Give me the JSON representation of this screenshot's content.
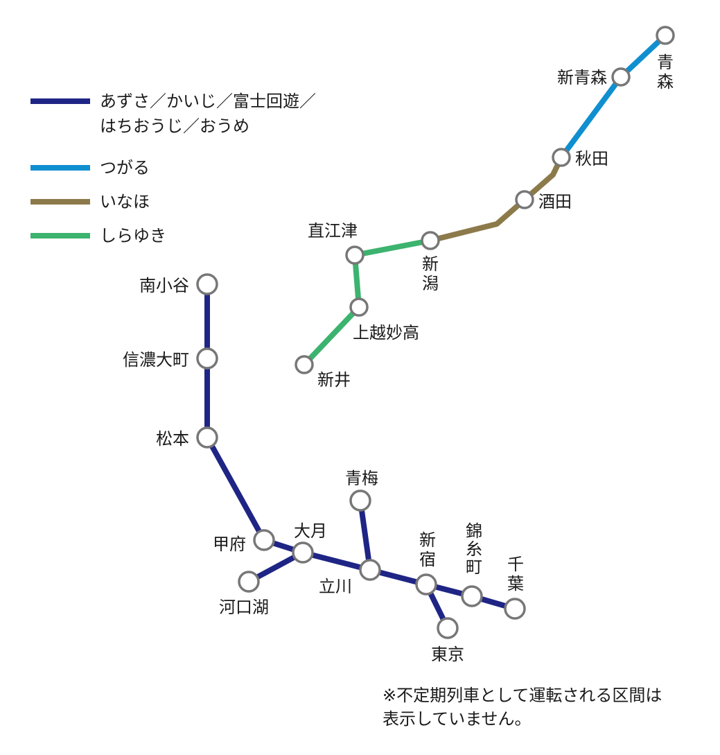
{
  "legend": [
    {
      "label": "あずさ／かいじ／富士回遊／\nはちおうじ／おうめ",
      "color": "#1f2585"
    },
    {
      "label": "つがる",
      "color": "#0f8fd0"
    },
    {
      "label": "いなほ",
      "color": "#8c7a4a"
    },
    {
      "label": "しらゆき",
      "color": "#3cb36e"
    }
  ],
  "colors": {
    "azusa": "#1f2585",
    "tsugaru": "#0f8fd0",
    "inaho": "#8c7a4a",
    "shirayuki": "#3cb36e",
    "station_ring": "#777777"
  },
  "stations": {
    "aomori": "青\n森",
    "shin_aomori": "新青森",
    "akita": "秋田",
    "sakata": "酒田",
    "niigata": "新\n潟",
    "naoetsu": "直江津",
    "joetsu_myoko": "上越妙高",
    "arai": "新井",
    "minami_otari": "南小谷",
    "shinano_omachi": "信濃大町",
    "matsumoto": "松本",
    "kofu": "甲府",
    "otsuki": "大月",
    "kawaguchiko": "河口湖",
    "ome": "青梅",
    "tachikawa": "立川",
    "shinjuku": "新\n宿",
    "kinshicho": "錦\n糸\n町",
    "chiba": "千\n葉",
    "tokyo": "東京"
  },
  "note": "※不定期列車として運転される区間は\n表示していません。"
}
